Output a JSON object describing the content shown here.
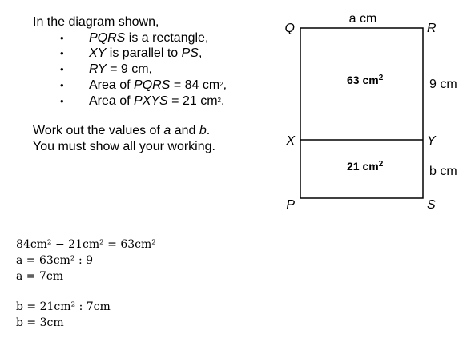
{
  "question": {
    "intro": "In the diagram shown,",
    "bullets": [
      {
        "a": "PQRS",
        "b": " is a rectangle,"
      },
      {
        "a": "XY",
        "b": " is parallel to ",
        "c": "PS",
        "d": ","
      },
      {
        "a": "RY",
        "b": " = 9 cm,"
      },
      {
        "a": "Area of ",
        "b": "PQRS",
        "c": " = 84 cm",
        "d": "2",
        "e": ","
      },
      {
        "a": "Area of ",
        "b": "PXYS",
        "c": " = 21 cm",
        "d": "2",
        "e": "."
      }
    ],
    "instr_1a": "Work out the values of ",
    "instr_1b": "a",
    "instr_1c": " and ",
    "instr_1d": "b",
    "instr_1e": ".",
    "instr_2": "You must show all your working."
  },
  "diagram": {
    "q": "Q",
    "r": "R",
    "x": "X",
    "y": "Y",
    "p": "P",
    "s": "S",
    "top_label": "a cm",
    "right_top_label": "9 cm",
    "right_bottom_label": "b cm",
    "area_top": "63 cm",
    "area_bottom": "21 cm",
    "sq": "2"
  },
  "working": {
    "line1": "84cm² − 21cm² = 63cm²",
    "line2": "a = 63cm² : 9",
    "line3": "a = 7cm",
    "line4": "b = 21cm² : 7cm",
    "line5": "b = 3cm"
  }
}
